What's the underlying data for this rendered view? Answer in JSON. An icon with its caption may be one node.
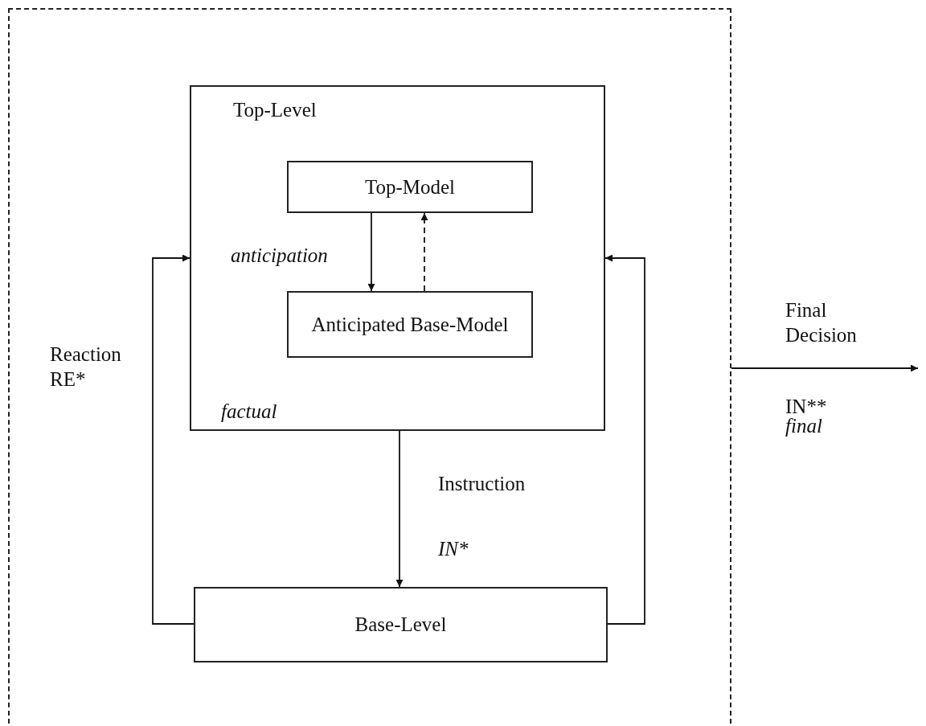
{
  "diagram": {
    "nodes": [
      {
        "text": [],
        "shape": "box"
      },
      {
        "text": [
          "Top-Level"
        ],
        "in": 0
      },
      {
        "text": [
          "Top-Model"
        ],
        "in": 1
      },
      {
        "text": [
          "Anticipated Base-Model"
        ],
        "in": 1
      },
      {
        "text": [
          "Base-Level"
        ],
        "in": 0
      }
    ],
    "edges": [
      {
        "from": 2,
        "to": 3,
        "arrow": "to",
        "label": "anticipation"
      },
      {
        "from": 3,
        "to": 2,
        "arrow": "to",
        "style": "dashed"
      },
      {
        "from": 1,
        "to": 4,
        "arrow": "to",
        "label": "Instruction"
      },
      {
        "from": 4,
        "to": 1,
        "arrow": "to",
        "label": "Reaction RE*"
      },
      {
        "from": 4,
        "to": 1,
        "arrow": "to"
      },
      {
        "from": 0,
        "to": null,
        "arrow": "to",
        "label": "Final Decision"
      }
    ],
    "labels": [
      "factual",
      "IN*",
      "IN**",
      "final"
    ]
  }
}
